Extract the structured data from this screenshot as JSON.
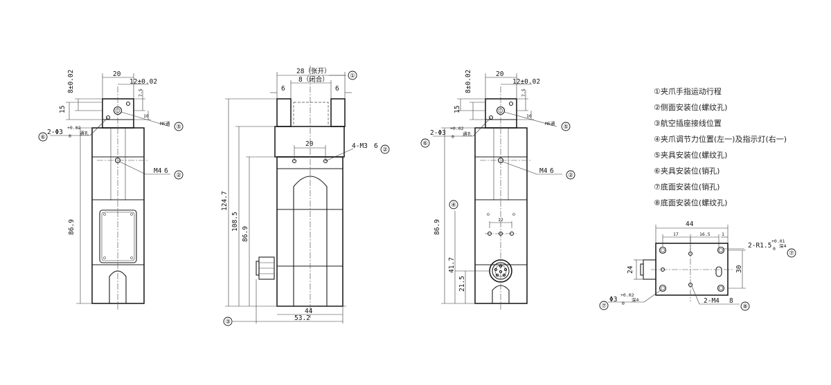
{
  "dims": {
    "w20": "20",
    "tol_8": "8±0.02",
    "tol_12": "12±0.02",
    "d7_5": "7.5",
    "d10": "10",
    "d15": "15",
    "m6": "M6通",
    "pin_phi": "2-Φ3",
    "tol_up": "+0.02",
    "tol_low": "0",
    "thru": "通孔",
    "m4": "M4",
    "depth6": "6",
    "d86_9": "86.9",
    "d28": "28（张开）",
    "d8_closed": "8（闭合）",
    "d6": "6",
    "d124_7": "124.7",
    "d108_5": "108.5",
    "m3": "4-M3",
    "d44": "44",
    "d53_2": "53.2",
    "d41_7": "41.7",
    "d21_5": "21.5",
    "d12": "12",
    "d17": "17",
    "d16_5": "16.5",
    "d1": "1",
    "d30": "30",
    "d24": "24",
    "r1_5": "2-R1.5",
    "tol_r_up": "+0.01",
    "tol_r_low": "0",
    "deep4": "深4",
    "phi3": "Φ3",
    "m4_8": "2-M4",
    "depth8": "8"
  },
  "bubbles": [
    "①",
    "②",
    "③",
    "④",
    "⑤",
    "⑥",
    "⑦",
    "⑧"
  ],
  "legend": [
    "①夹爪手指运动行程",
    "②侧面安装位(螺纹孔)",
    "③航空插座接线位置",
    "④夹爪调节力位置(左一)及指示灯(右一)",
    "⑤夹具安装位(螺纹孔)",
    "⑥夹具安装位(销孔)",
    "⑦底面安装位(销孔)",
    "⑧底面安装位(螺纹孔)"
  ]
}
